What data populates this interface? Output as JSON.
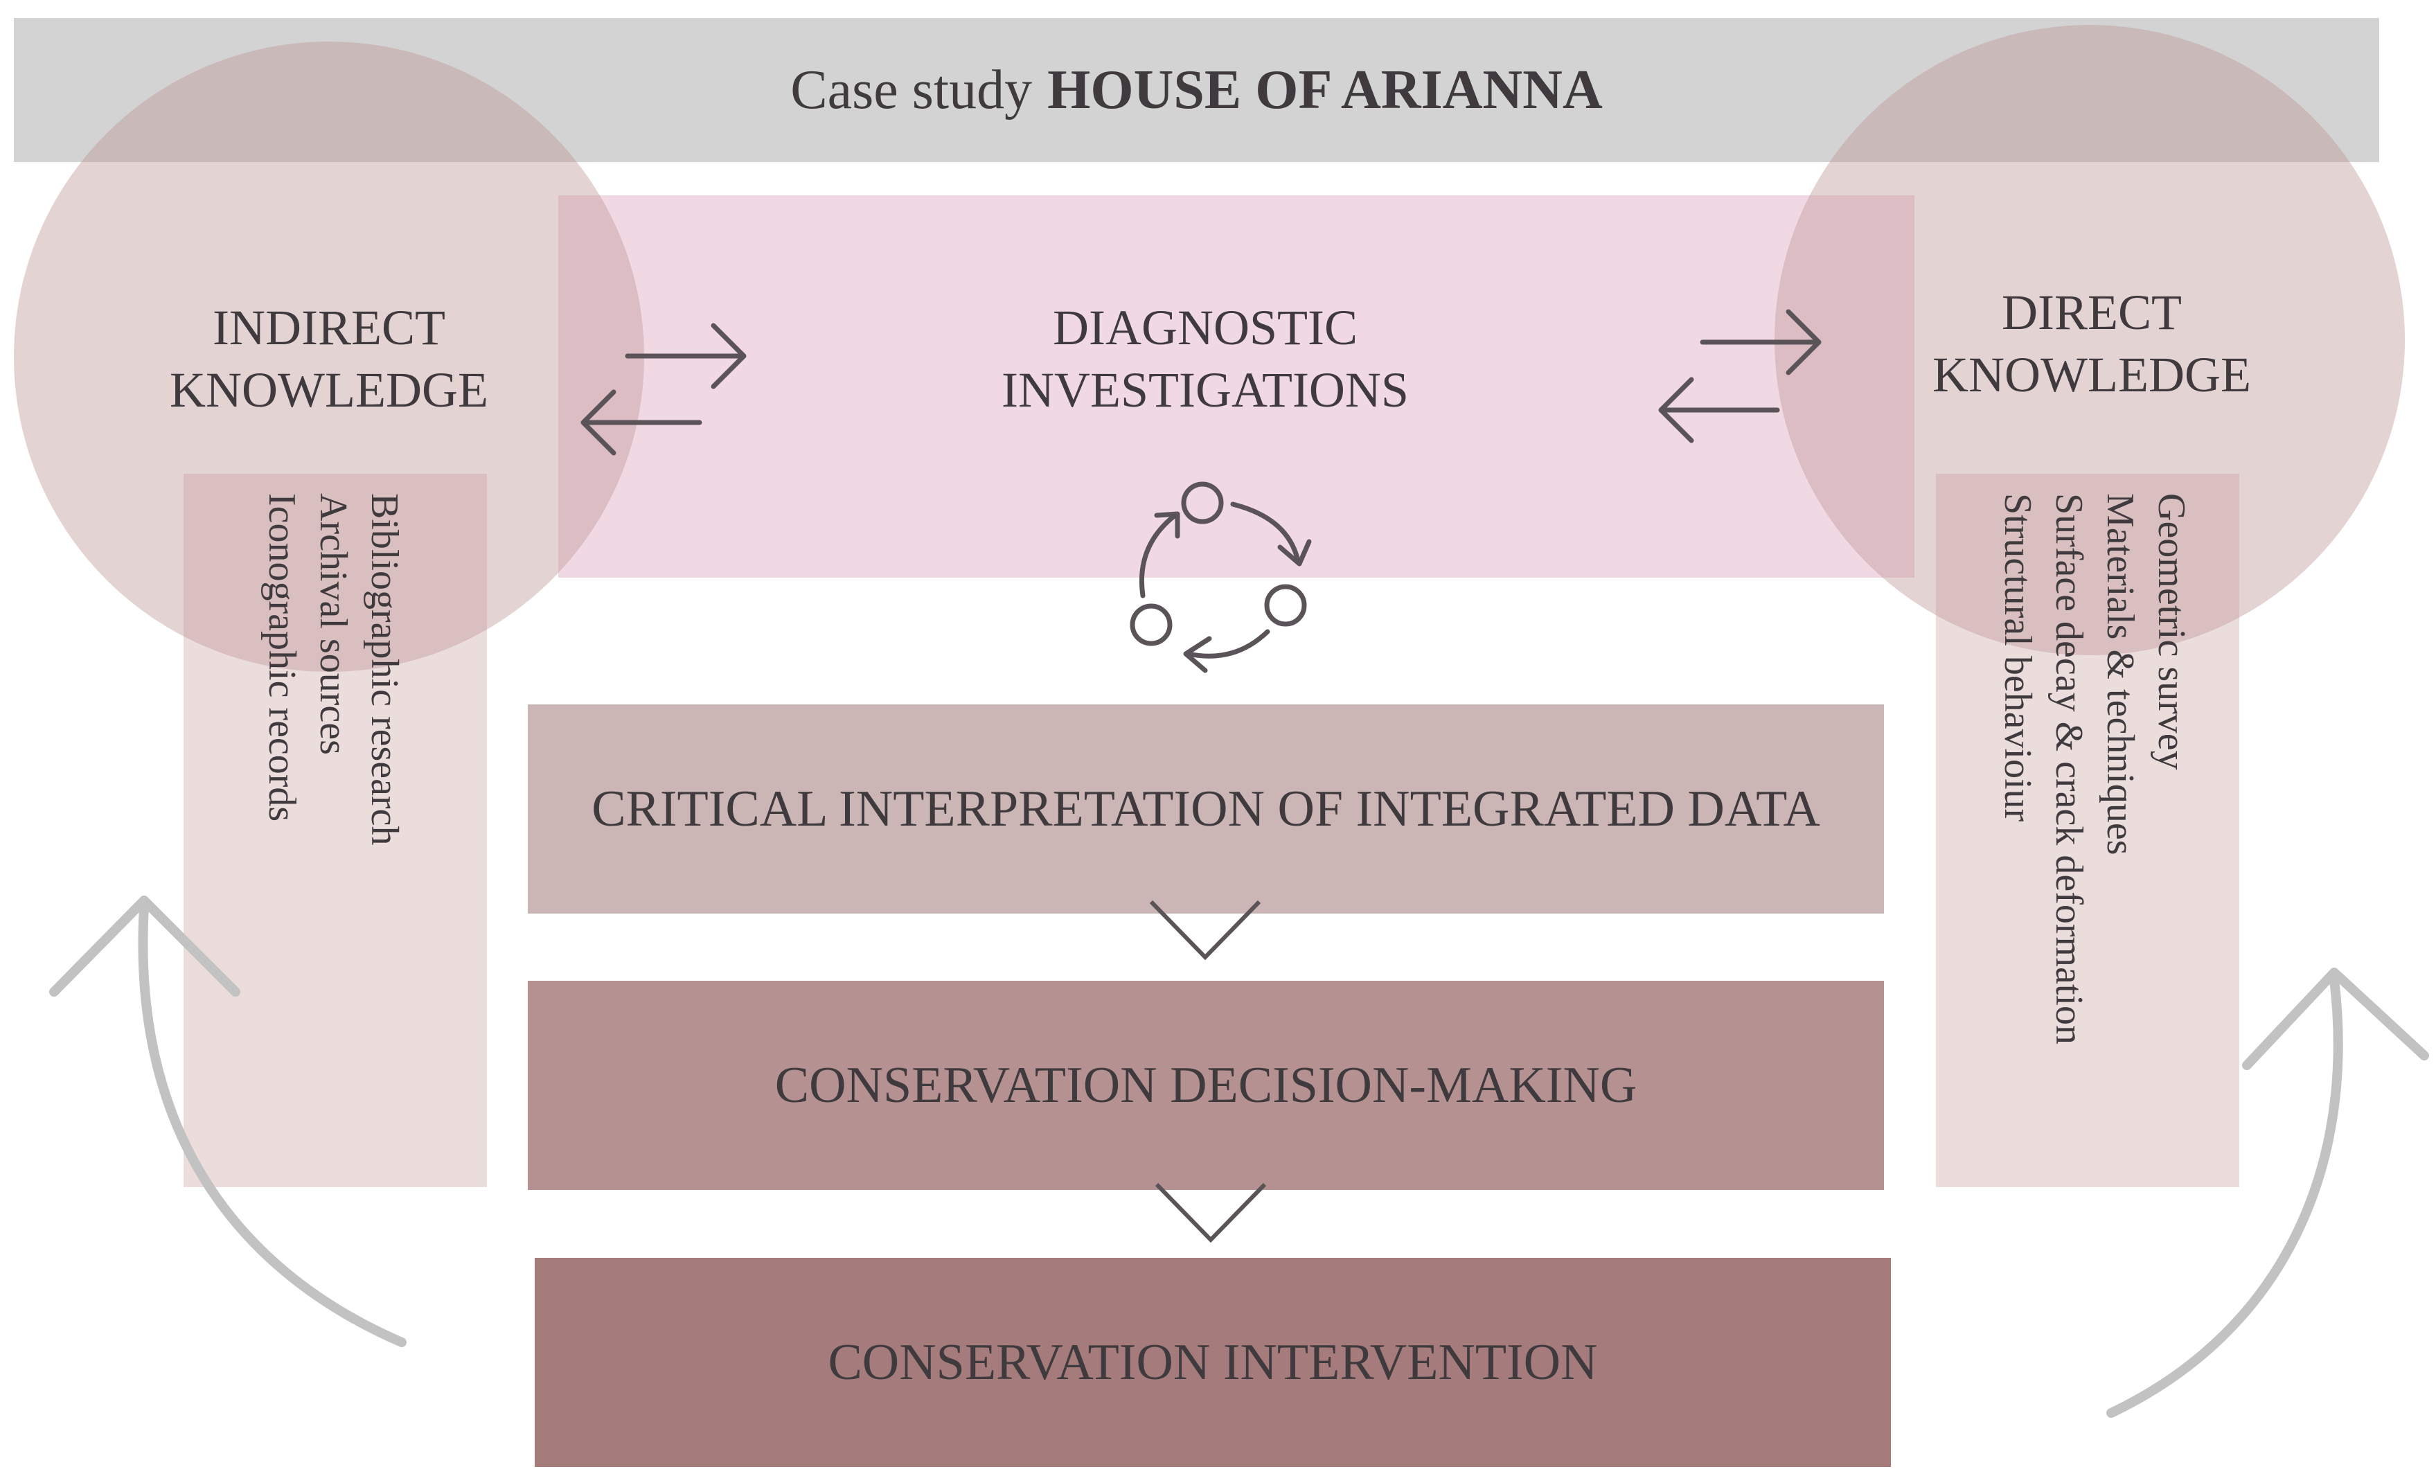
{
  "banner": {
    "prefix": "Case study",
    "title": "HOUSE OF ARIANNA"
  },
  "indirect": {
    "heading": "INDIRECT\nKNOWLEDGE",
    "items": [
      "Bibliographic research",
      "Archival sources",
      "Iconographic records"
    ]
  },
  "diagnostic": {
    "heading": "DIAGNOSTIC\nINVESTIGATIONS"
  },
  "direct": {
    "heading": "DIRECT\nKNOWLEDGE",
    "items": [
      "Geometric survey",
      "Materials & techniques",
      "Surface decay & crack deformation",
      "Structural behavioiur"
    ]
  },
  "stages": [
    "CRITICAL INTERPRETATION OF INTEGRATED DATA",
    "CONSERVATION DECISION-MAKING",
    "CONSERVATION INTERVENTION"
  ],
  "colors": {
    "banner": "#d3d3d3",
    "diagnostic_band": "#f0d9e3",
    "circle": "#be9696",
    "side_column": "#e0c8c8",
    "stage_1": "#cbb5b5",
    "stage_2": "#b69191",
    "stage_3": "#a57c7b",
    "text": "#3f3a3d",
    "arrow": "#5a5358",
    "loop_arrow": "#c2c2c2"
  }
}
